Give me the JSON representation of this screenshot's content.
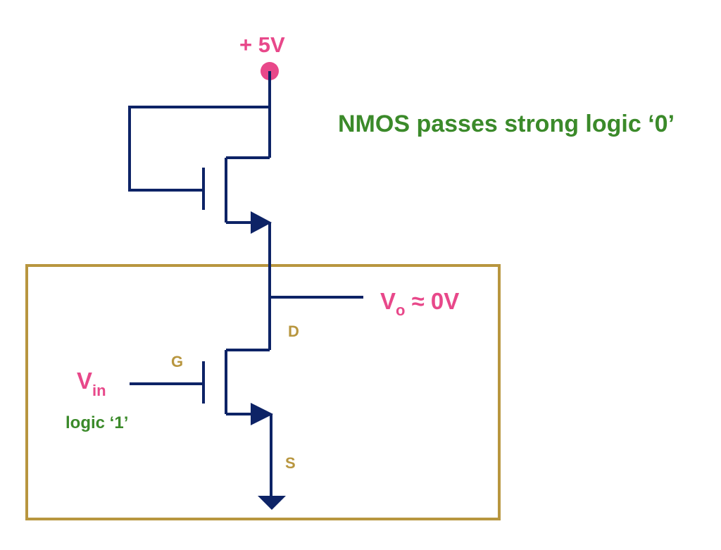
{
  "colors": {
    "wire": "#0d2366",
    "highlight_box": "#b8963f",
    "voltage_text": "#e8488a",
    "caption_text": "#3b8a2a",
    "terminal_text": "#b8963f"
  },
  "labels": {
    "supply": "+ 5V",
    "caption": "NMOS passes strong logic ‘0’",
    "output_main": "V",
    "output_sub": "o",
    "output_value": " ≈ 0V",
    "drain": "D",
    "gate": "G",
    "source": "S",
    "input_main": "V",
    "input_sub": "in",
    "input_logic": "logic ‘1’"
  },
  "icons": {
    "supply_node": "filled-circle-node",
    "ground": "down-arrow-ground-icon"
  }
}
